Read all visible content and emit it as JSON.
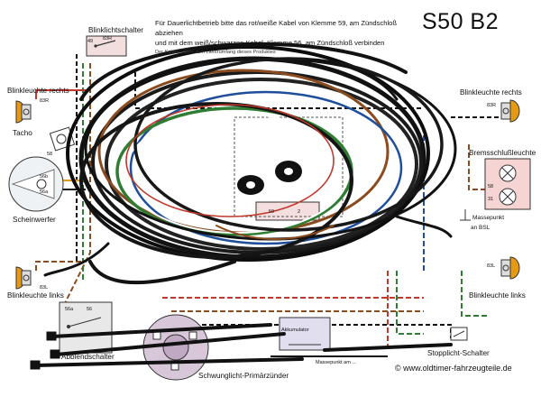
{
  "title": "S50 B2",
  "notice": {
    "line1": "Für Dauerlichtbetrieb bitte das rot/weiße Kabel von Klemme 59, am Zündschloß abziehen",
    "line2": "und mit dem weiß/schwarzen Kabel, Klemme 56, am Zündschloß verbinden",
    "line3": "Der Kabel... nicht zum Lieferumfang dieses Produktes"
  },
  "components": {
    "blinklichtschalter": "Blinklichtschalter",
    "blinkleuchte_rechts_left": "Blinkleuchte rechts",
    "blinkleuchte_rechts_right": "Blinkleuchte rechts",
    "tacho": "Tacho",
    "scheinwerfer": "Scheinwerfer",
    "bremsschlussleuchte": "Bremsschlußleuchte",
    "massepunkt": "Massepunkt",
    "an_bsl": "an BSL",
    "blinkleuchte_links_left": "Blinkleuchte links",
    "blinkleuchte_links_right": "Blinkleuchte links",
    "abblendschalter": "Abblendschalter",
    "akkumulator": "Akkumulator",
    "schwunglicht": "Schwunglicht-Primärzünder",
    "stopplicht": "Stopplicht-Schalter",
    "massepunkt_am_rahmen": "Massepunkt am ..."
  },
  "terminals": {
    "t83r_top": "83R",
    "t49": "49",
    "t83r_left": "83R",
    "t58": "58",
    "t56b": "56b",
    "t56a": "56a",
    "t83l_left": "83L",
    "t83r_right": "83R",
    "t58_right": "58",
    "t31": "31",
    "t83l_right": "83L",
    "t59": "59",
    "t2": "2",
    "t56a_switch": "56a",
    "t56_switch": "56"
  },
  "footer": "© www.oldtimer-fahrzeugteile.de",
  "colors": {
    "wire_red": "#c0392b",
    "wire_brown": "#8a4b1e",
    "wire_green": "#2e7d32",
    "wire_blue": "#1f4f9b",
    "wire_black": "#121212",
    "lamp_orange": "#e59a12"
  }
}
